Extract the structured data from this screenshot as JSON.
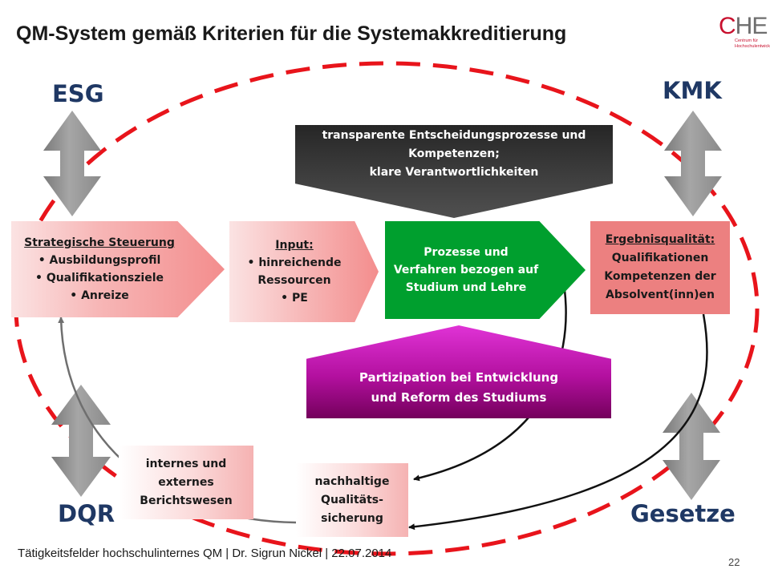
{
  "title": "QM-System gemäß Kriterien für die Systemakkreditierung",
  "logo": {
    "c": "C",
    "he": "HE",
    "line1": "Centrum für",
    "line2": "Hochschulentwicklung"
  },
  "corners": {
    "esg": "ESG",
    "kmk": "KMK",
    "dqr": "DQR",
    "gesetze": "Gesetze"
  },
  "strategic": {
    "heading": "Strategische Steuerung",
    "items": [
      "Ausbildungsprofil",
      "Qualifikationsziele",
      "Anreize"
    ]
  },
  "input": {
    "heading": "Input:",
    "items": [
      "hinreichende Ressourcen",
      "PE"
    ]
  },
  "process": {
    "lines": [
      "Prozesse und",
      "Verfahren bezogen auf",
      "Studium und Lehre"
    ]
  },
  "result": {
    "heading": "Ergebnisqualität:",
    "lines": [
      "Qualifikationen",
      "Kompetenzen der",
      "Absolvent(inn)en"
    ]
  },
  "transparent": {
    "lines": [
      "transparente Entscheidungsprozesse und",
      "Kompetenzen;",
      "klare Verantwortlichkeiten"
    ]
  },
  "partizipation": {
    "lines": [
      "Partizipation bei Entwicklung",
      "und Reform des Studiums"
    ]
  },
  "reporting": {
    "lines": [
      "internes und",
      "externes",
      "Berichtswesen"
    ]
  },
  "sustain": {
    "lines": [
      "nachhaltige",
      "Qualitäts-",
      "sicherung"
    ]
  },
  "footer": "Tätigkeitsfelder hochschulinternes QM | Dr. Sigrun Nickel | 22.07.2014",
  "page_number": "22",
  "colors": {
    "dashed_ellipse": "#e8141b",
    "corner_labels": "#1f3864",
    "process_box": "#009f2e",
    "result_box": "#ec8080",
    "arrow_gray": "#8c8c8c"
  }
}
